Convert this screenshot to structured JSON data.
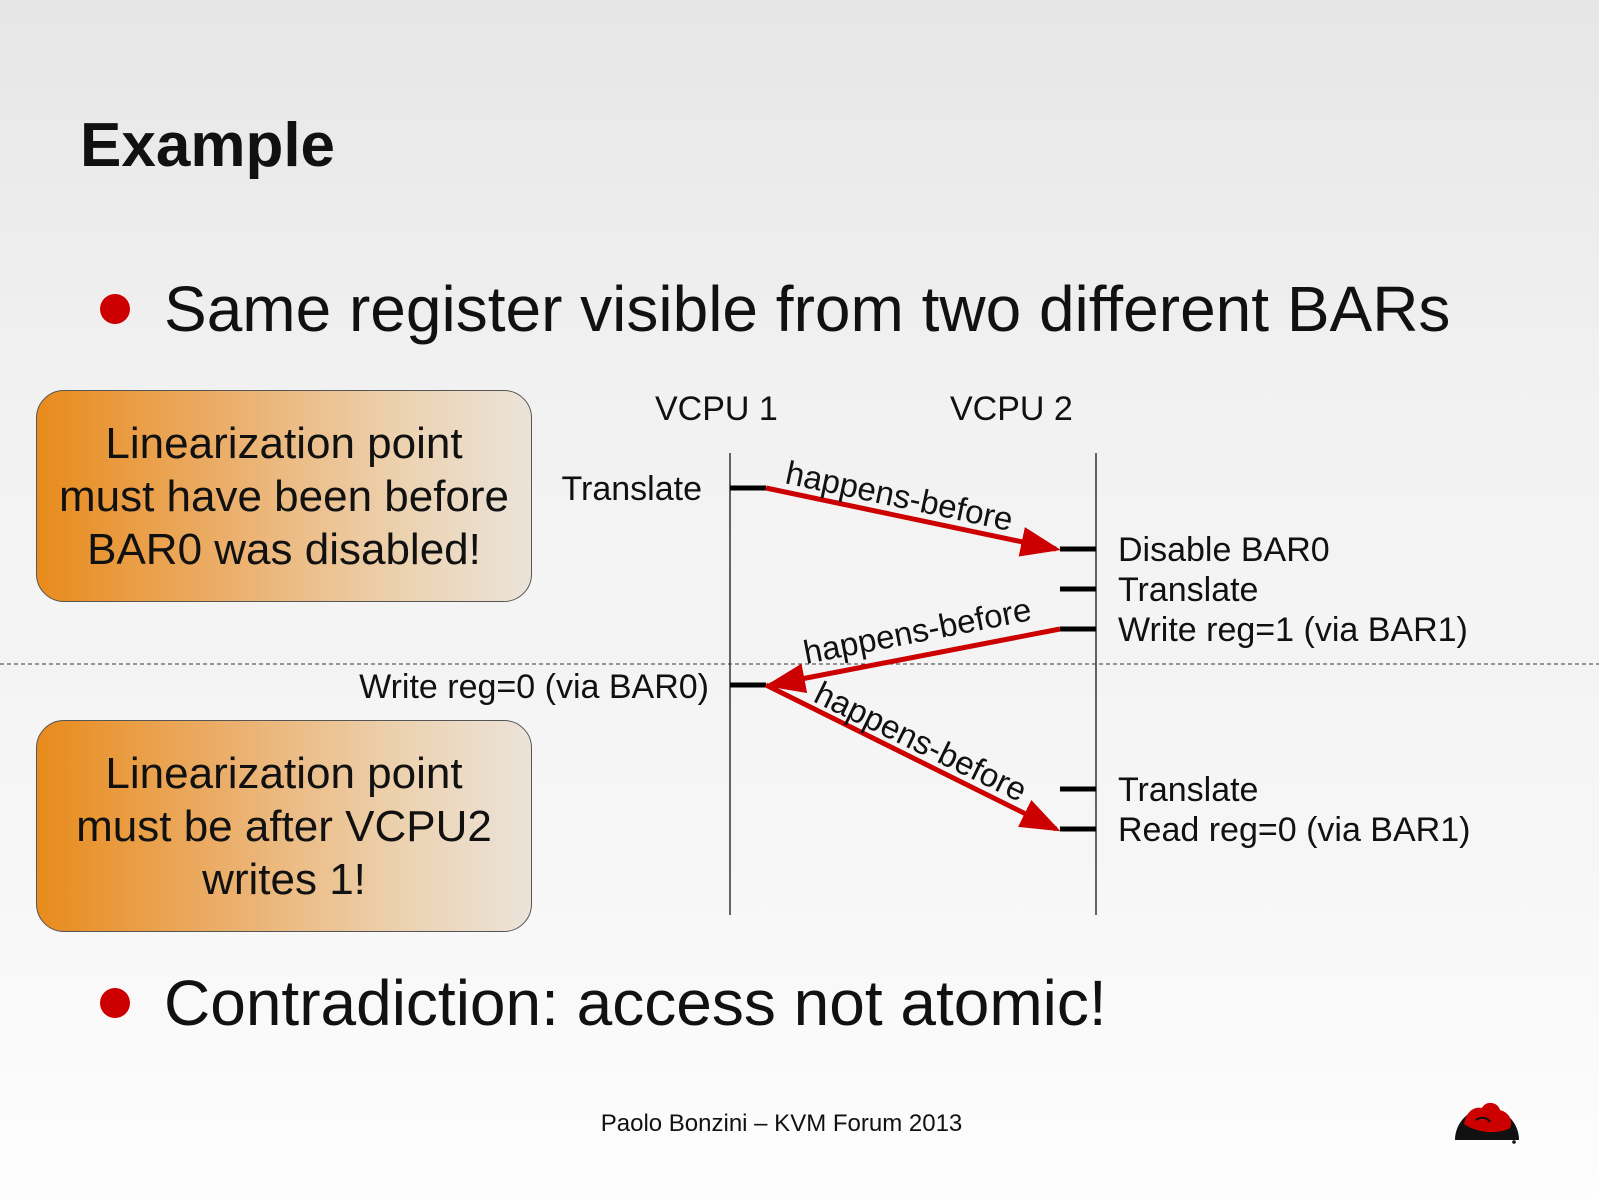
{
  "slide": {
    "title": "Example",
    "bullets": [
      "Same register visible from two different BARs",
      "Contradiction: access not atomic!"
    ],
    "footer": "Paolo Bonzini – KVM Forum 2013",
    "logo_icon": "red-hat-logo-icon",
    "accent_color": "#cc0000"
  },
  "callouts": [
    {
      "lines": [
        "Linearization point",
        "must have been before",
        "BAR0 was disabled!"
      ]
    },
    {
      "lines": [
        "Linearization point",
        "must be after VCPU2",
        "writes 1!"
      ]
    }
  ],
  "diagram": {
    "lanes": [
      "VCPU 1",
      "VCPU 2"
    ],
    "vcpu1_events": [
      "Translate",
      "Write reg=0 (via BAR0)"
    ],
    "vcpu2_events": [
      "Disable BAR0",
      "Translate",
      "Write reg=1 (via BAR1)",
      "Translate",
      "Read reg=0 (via BAR1)"
    ],
    "edges": [
      {
        "from": "VCPU 1: Translate",
        "to": "VCPU 2: Disable BAR0",
        "label": "happens-before"
      },
      {
        "from": "VCPU 2: Write reg=1 (via BAR1)",
        "to": "VCPU 1: Write reg=0 (via BAR0)",
        "label": "happens-before"
      },
      {
        "from": "VCPU 1: Write reg=0 (via BAR0)",
        "to": "VCPU 2: Read reg=0 (via BAR1)",
        "label": "happens-before"
      }
    ],
    "arrow_color": "#cc0000"
  }
}
